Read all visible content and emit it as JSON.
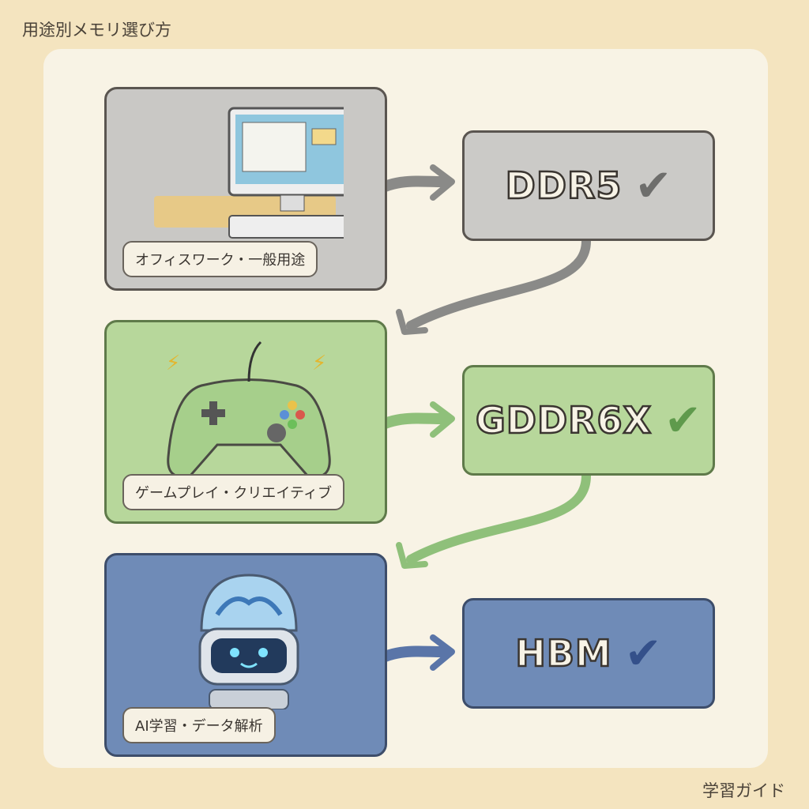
{
  "title": "用途別メモリ選び方",
  "footer": "学習ガイド",
  "use_cases": [
    {
      "label": "オフィスワーク・一般用途",
      "memory": "DDR5",
      "icon": "desktop-computer-icon"
    },
    {
      "label": "ゲームプレイ・クリエイティブ",
      "memory": "GDDR6X",
      "icon": "game-controller-icon"
    },
    {
      "label": "AI学習・データ解析",
      "memory": "HBM",
      "icon": "ai-robot-icon"
    }
  ],
  "colors": {
    "background": "#f4e4bf",
    "panel": "#f8f3e5",
    "gray": "#c9c8c5",
    "green": "#b7d79b",
    "blue": "#6f8bb7"
  }
}
